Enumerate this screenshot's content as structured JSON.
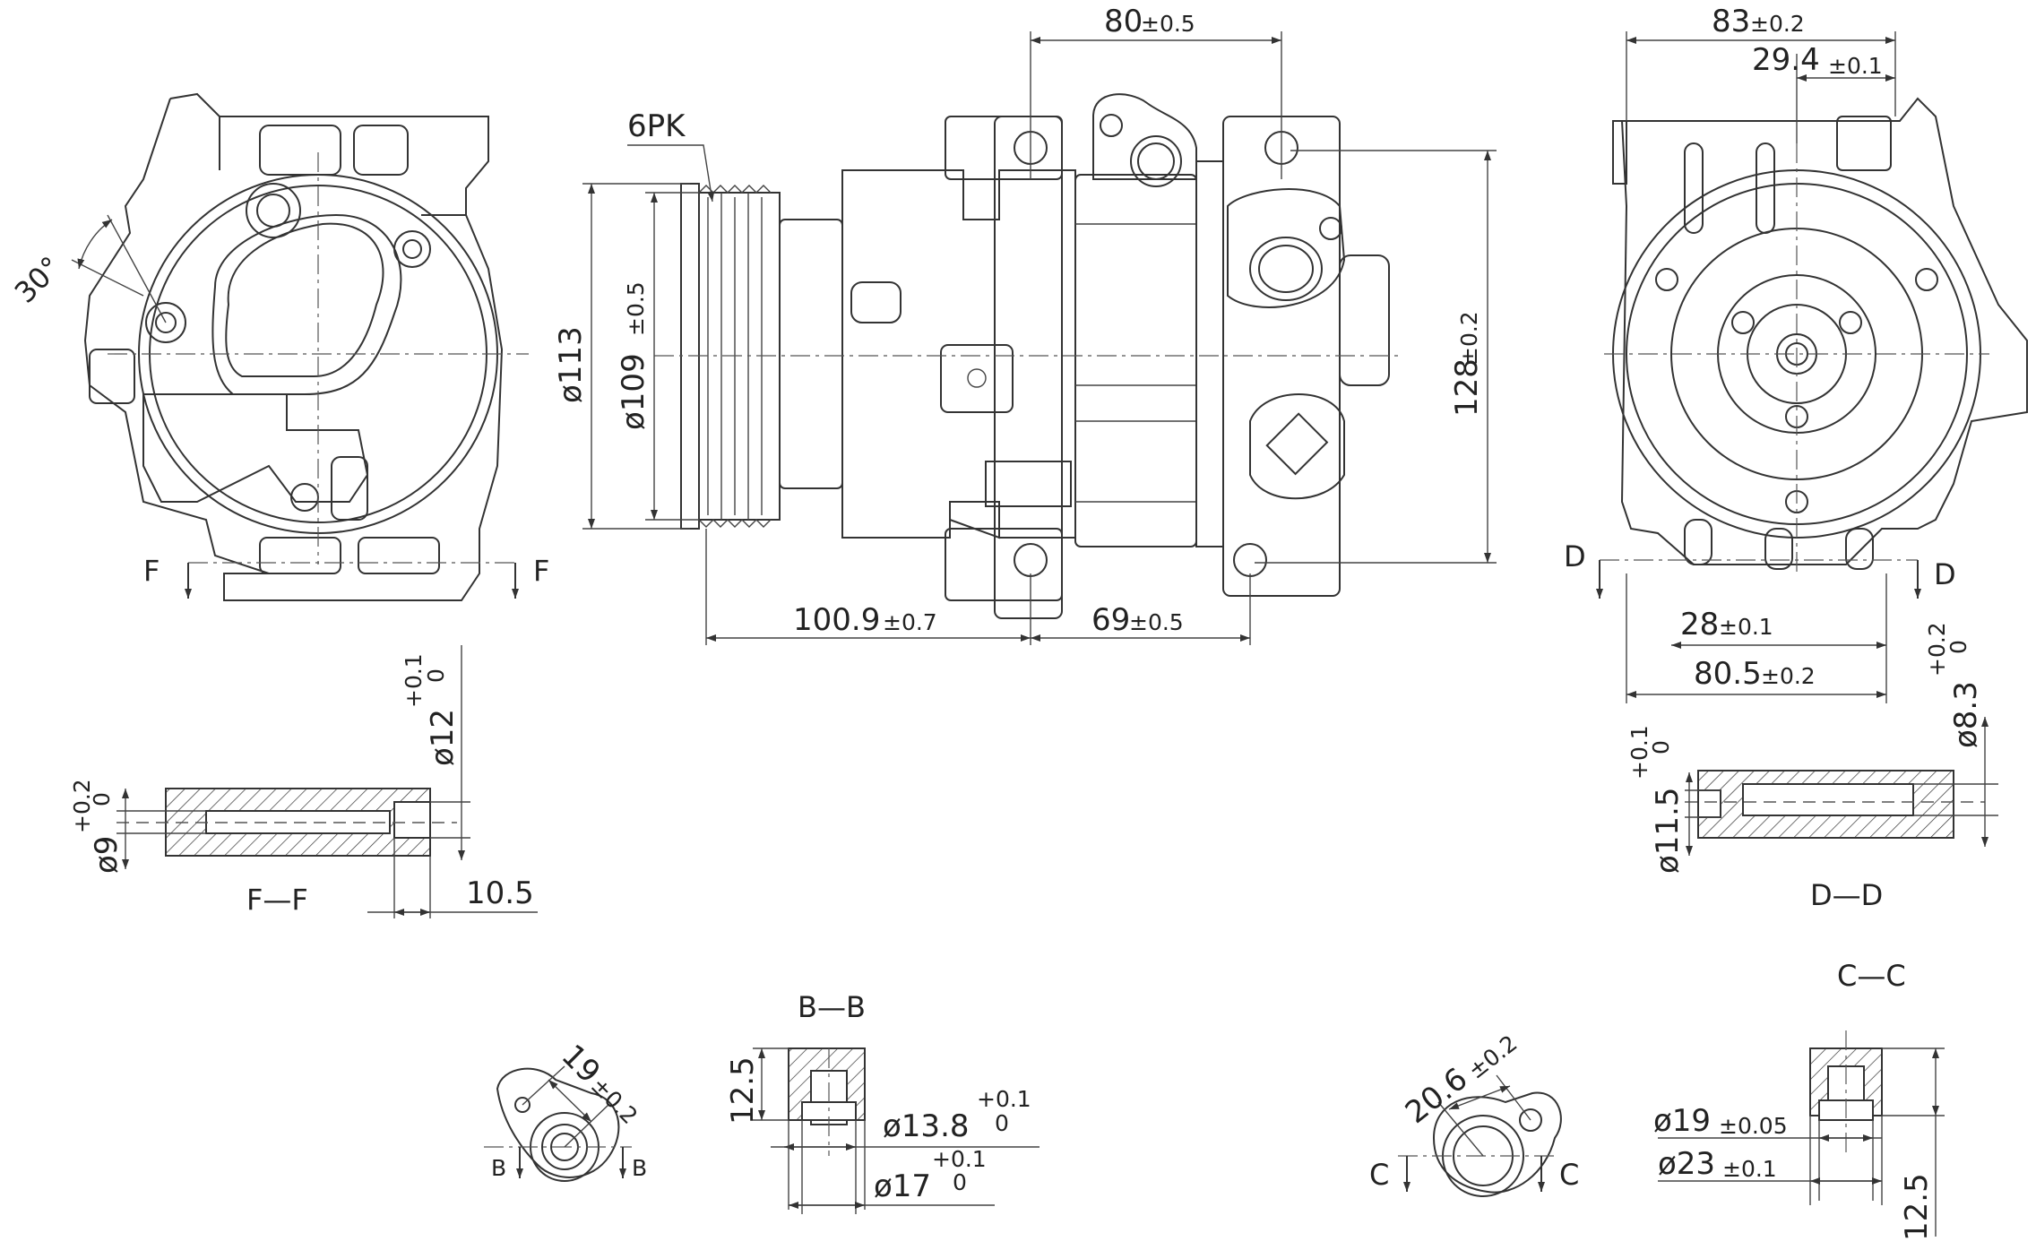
{
  "drawing": {
    "background": "#ffffff",
    "line_color": "#333333",
    "labels": {
      "pulley": "6PK",
      "angle": "30°",
      "section_f_left": "F",
      "section_f_right": "F",
      "section_d_left": "D",
      "section_d_right": "D",
      "section_b_left": "B",
      "section_b_right": "B",
      "section_c_left": "C",
      "section_c_right": "C"
    },
    "section_titles": {
      "ff": "F—F",
      "dd": "D—D",
      "bb": "B—B",
      "cc": "C—C"
    },
    "dimensions": {
      "d80": {
        "value": "80",
        "tol": "±0.5"
      },
      "d83": {
        "value": "83",
        "tol": "±0.2"
      },
      "d29_4": {
        "value": "29.4",
        "tol": "±0.1"
      },
      "d113": {
        "value": "ø113"
      },
      "d109": {
        "value": "ø109",
        "tol": "±0.5"
      },
      "d128": {
        "value": "128",
        "tol": "±0.2"
      },
      "d100_9": {
        "value": "100.9",
        "tol": "±0.7"
      },
      "d69": {
        "value": "69",
        "tol": "±0.5"
      },
      "d28": {
        "value": "28",
        "tol": "±0.1"
      },
      "d80_5": {
        "value": "80.5",
        "tol": "±0.2"
      },
      "d8_3": {
        "value": "ø8.3",
        "tol_up": "+0.2",
        "tol_low": "0"
      },
      "d11_5": {
        "value": "ø11.5",
        "tol_up": "+0.1",
        "tol_low": "0"
      },
      "d12": {
        "value": "ø12",
        "tol_up": "+0.1",
        "tol_low": "0"
      },
      "d9": {
        "value": "ø9",
        "tol_up": "+0.2",
        "tol_low": "0"
      },
      "d10_5": {
        "value": "10.5"
      },
      "d19_b": {
        "value": "19",
        "tol": "±0.2"
      },
      "d12_5_b": {
        "value": "12.5"
      },
      "d13_8": {
        "value": "ø13.8",
        "tol_up": "+0.1",
        "tol_low": "0"
      },
      "d17": {
        "value": "ø17",
        "tol_up": "+0.1",
        "tol_low": "0"
      },
      "d20_6": {
        "value": "20.6",
        "tol": "±0.2"
      },
      "d19_c": {
        "value": "ø19",
        "tol": "±0.05"
      },
      "d23": {
        "value": "ø23",
        "tol": "±0.1"
      },
      "d12_5_c": {
        "value": "12.5"
      }
    }
  }
}
